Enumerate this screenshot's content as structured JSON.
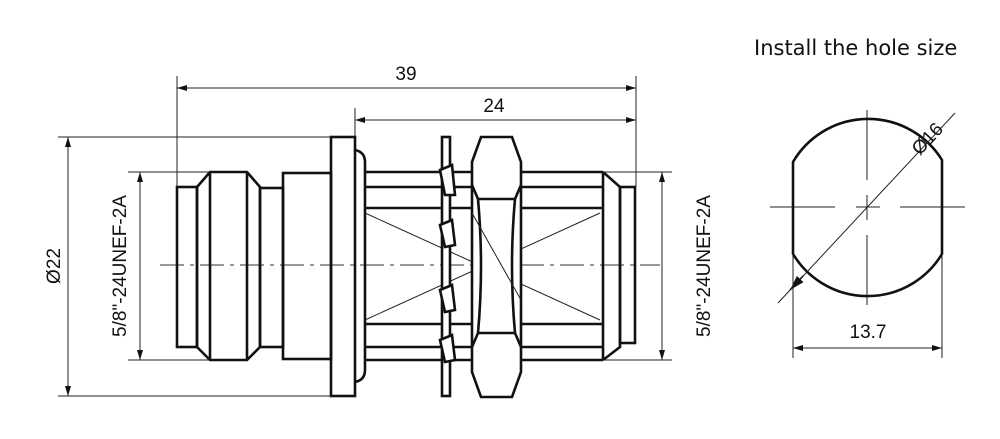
{
  "title": "Install the hole size",
  "dimensions": {
    "overall_length": "39",
    "body_length": "24",
    "flange_diameter": "Ø22",
    "thread_left": "5/8\"-24UNEF-2A",
    "thread_right": "5/8\"-24UNEF-2A",
    "hole_diameter": "Ø16",
    "hole_flat_width": "13.7"
  }
}
